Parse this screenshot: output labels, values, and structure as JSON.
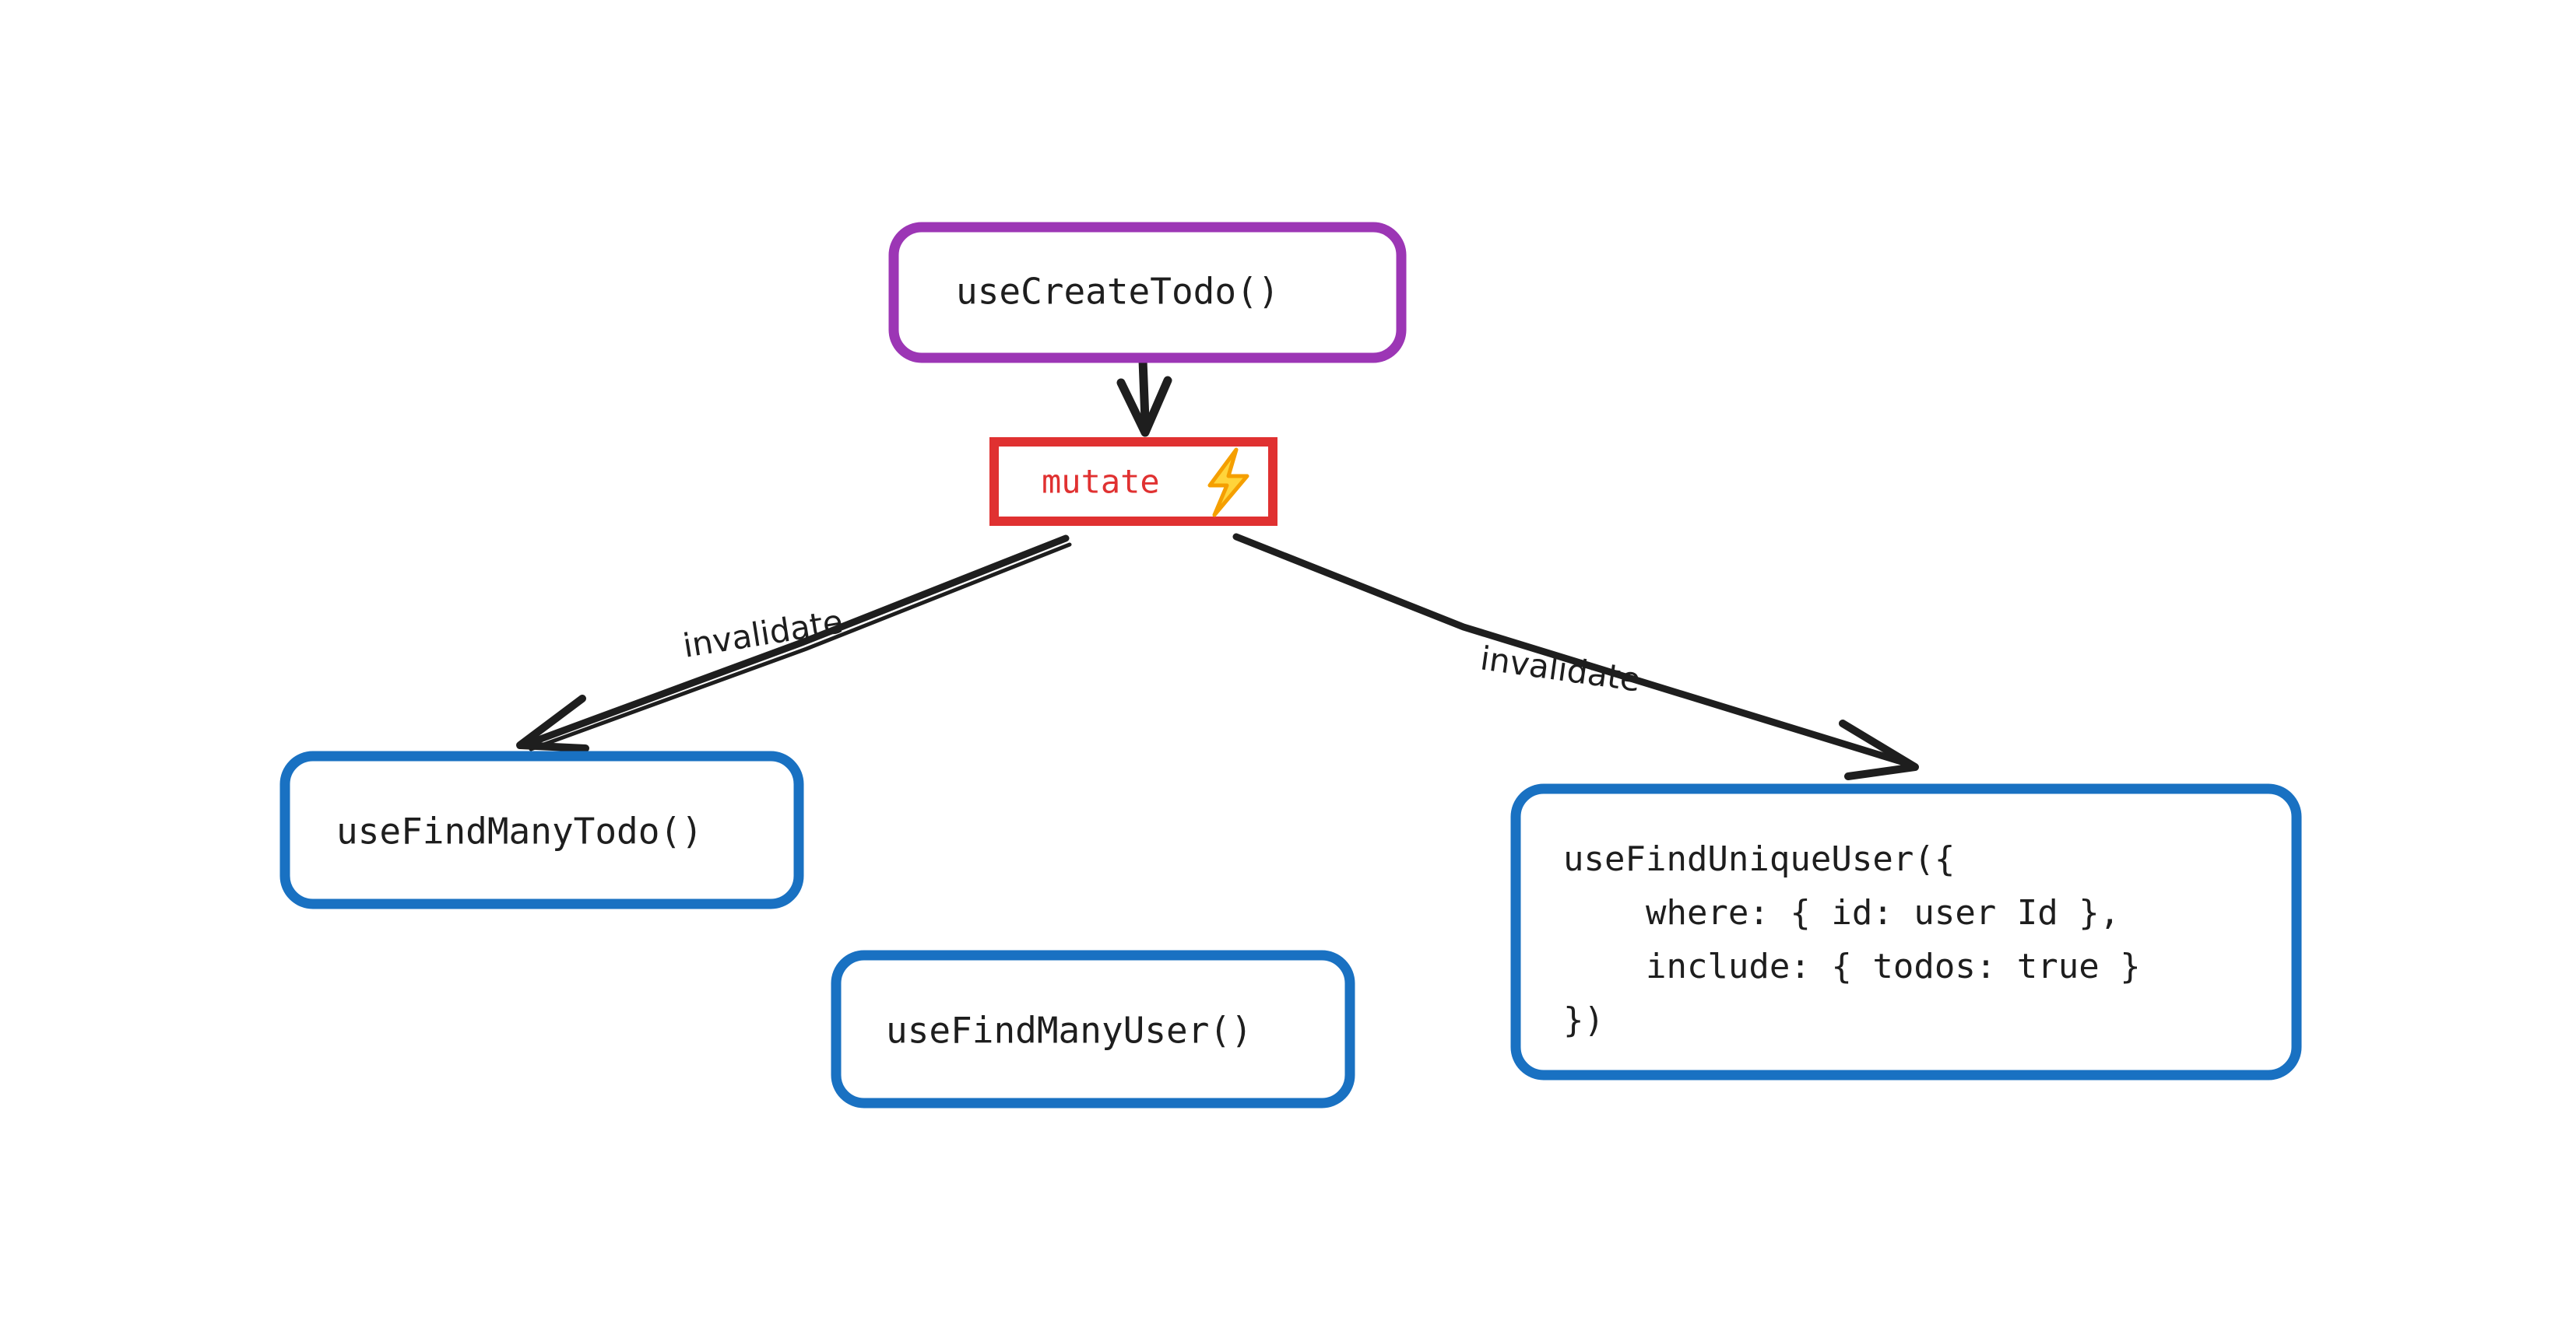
{
  "diagram": {
    "title": "useCreateTodo mutation invalidation flow",
    "background": "#ffffff",
    "colors": {
      "purple": "#9c36b5",
      "red": "#e03131",
      "blue": "#1971c2",
      "ink": "#1e1e1e",
      "bolt_yellow": "#ffd43b",
      "bolt_orange": "#f59f00"
    },
    "nodes": [
      {
        "id": "use-create-todo",
        "label": "useCreateTodo()",
        "shape": "rounded-rect",
        "stroke": "#9c36b5",
        "text_color": "#1e1e1e"
      },
      {
        "id": "mutate",
        "label": "mutate",
        "icon": "lightning-bolt-icon",
        "icon_glyph": "⚡",
        "shape": "rect",
        "stroke": "#e03131",
        "text_color": "#e03131"
      },
      {
        "id": "use-find-many-todo",
        "label": "useFindManyTodo()",
        "shape": "rounded-rect",
        "stroke": "#1971c2",
        "text_color": "#1e1e1e"
      },
      {
        "id": "use-find-many-user",
        "label": "useFindManyUser()",
        "shape": "rounded-rect",
        "stroke": "#1971c2",
        "text_color": "#1e1e1e"
      },
      {
        "id": "use-find-unique-user",
        "shape": "rounded-rect",
        "stroke": "#1971c2",
        "text_color": "#1e1e1e",
        "code_lines": [
          "useFindUniqueUser({",
          "    where: { id: user Id },",
          "    include: { todos: true }",
          "})"
        ]
      }
    ],
    "edges": [
      {
        "id": "edge-create-to-mutate",
        "from": "use-create-todo",
        "to": "mutate",
        "label": "",
        "arrow": true
      },
      {
        "id": "edge-mutate-to-find-many-todo",
        "from": "mutate",
        "to": "use-find-many-todo",
        "label": "invalidate",
        "arrow": true
      },
      {
        "id": "edge-mutate-to-find-unique-user",
        "from": "mutate",
        "to": "use-find-unique-user",
        "label": "invalidate",
        "arrow": true
      }
    ]
  }
}
